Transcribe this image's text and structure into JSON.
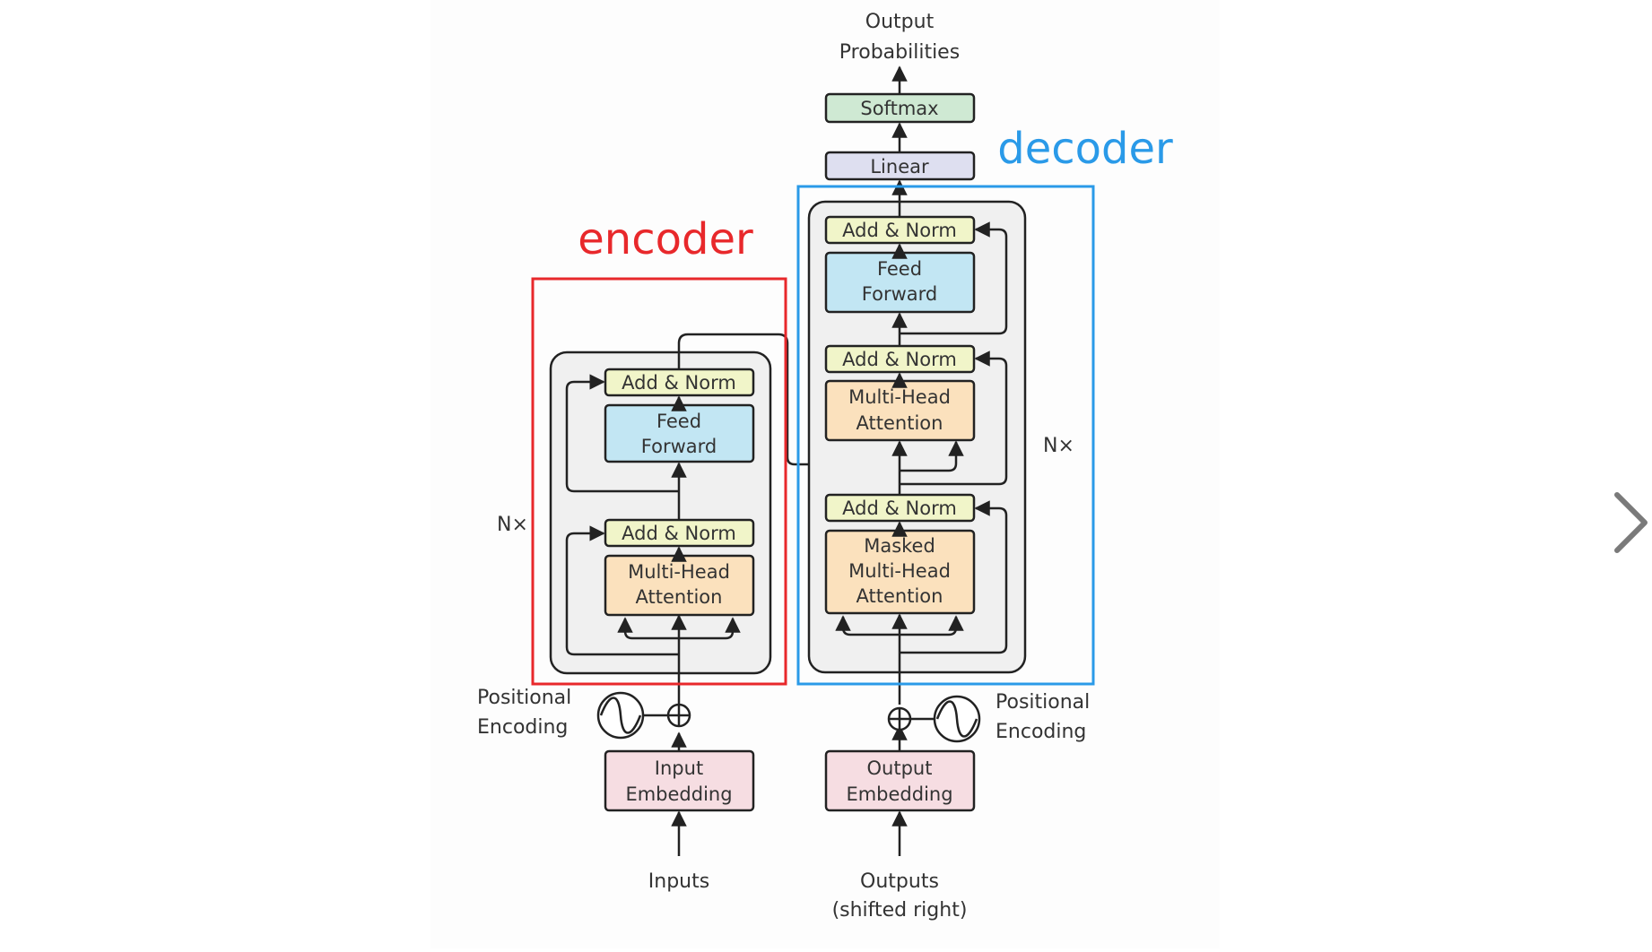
{
  "diagram": {
    "labels": {
      "output_probabilities": [
        "Output",
        "Probabilities"
      ],
      "softmax": "Softmax",
      "linear": "Linear",
      "decoder": "decoder",
      "encoder": "encoder",
      "add_norm": "Add & Norm",
      "feed_forward": [
        "Feed",
        "Forward"
      ],
      "multi_head_attention": [
        "Multi-Head",
        "Attention"
      ],
      "masked_multi_head_attention": [
        "Masked",
        "Multi-Head",
        "Attention"
      ],
      "nx": "N×",
      "positional_encoding": [
        "Positional",
        "Encoding"
      ],
      "input_embedding": [
        "Input",
        "Embedding"
      ],
      "output_embedding": [
        "Output",
        "Embedding"
      ],
      "inputs": "Inputs",
      "outputs": [
        "Outputs",
        "(shifted right)"
      ]
    },
    "colors": {
      "encoder_highlight": "#e8282b",
      "decoder_highlight": "#2a9ae8",
      "add_norm_fill": "#f1f5c9",
      "feed_forward_fill": "#c2e6f3",
      "attention_fill": "#fbe1bd",
      "embedding_fill": "#f6dde2",
      "softmax_fill": "#cfe9d3",
      "linear_fill": "#dedff0",
      "stack_fill": "#f0f0f0",
      "line": "#222222"
    },
    "next_icon": "chevron-right-icon"
  }
}
